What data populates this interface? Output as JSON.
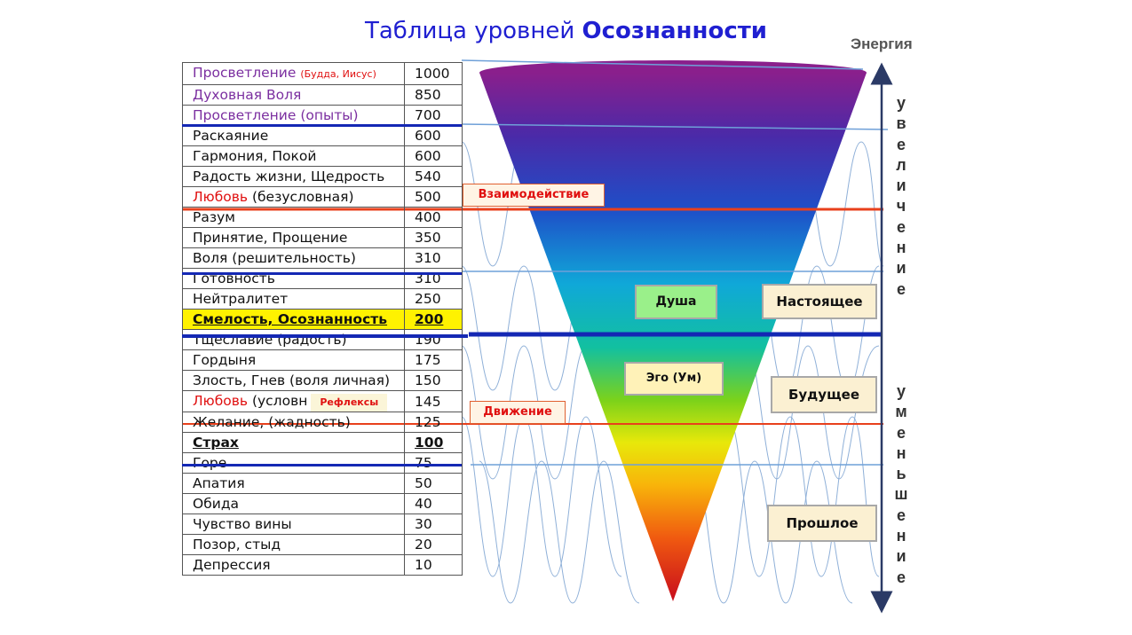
{
  "title": {
    "prefix": "Таблица уровней",
    "bold": "Осознанности"
  },
  "energy_label": "Энергия",
  "increase_label": "Увеличение",
  "decrease_label": "Уменьшение",
  "levels": [
    {
      "name": "Просветление",
      "note": "(Будда, Иисус)",
      "value": "1000"
    },
    {
      "name": "Духовная Воля",
      "value": "850"
    },
    {
      "name": "Просветление (опыты)",
      "value": "700"
    },
    {
      "name": "Раскаяние",
      "value": "600"
    },
    {
      "name": "Гармония, Покой",
      "value": "600"
    },
    {
      "name": "Радость жизни, Щедрость",
      "value": "540"
    },
    {
      "name_red": "Любовь",
      "name_rest": " (безусловная)",
      "value": "500"
    },
    {
      "name": "Разум",
      "value": "400"
    },
    {
      "name": "Принятие, Прощение",
      "value": "350"
    },
    {
      "name": "Воля (решительность)",
      "value": "310"
    },
    {
      "name": "Готовность",
      "value": "310"
    },
    {
      "name": "Нейтралитет",
      "value": "250"
    },
    {
      "name": "Смелость, Осознанность",
      "value": "200"
    },
    {
      "name": "Тщеславие (радость)",
      "value": "190"
    },
    {
      "name": "Гордыня",
      "value": "175"
    },
    {
      "name": "Злость, Гнев (воля личная)",
      "value": "150"
    },
    {
      "name_red": "Любовь",
      "name_rest": " (условн",
      "overlay": "Рефлексы",
      "value": "145"
    },
    {
      "name": "Желание, (жадность)",
      "value": "125"
    },
    {
      "name": "Страх",
      "value": "100"
    },
    {
      "name": "Горе",
      "value": "75"
    },
    {
      "name": "Апатия",
      "value": "50"
    },
    {
      "name": "Обида",
      "value": "40"
    },
    {
      "name": "Чувство вины",
      "value": "30"
    },
    {
      "name": "Позор, стыд",
      "value": "20"
    },
    {
      "name": "Депрессия",
      "value": "10"
    }
  ],
  "tags": {
    "interaction": "Взаимодействие",
    "movement": "Движение"
  },
  "boxes": {
    "soul": "Душа",
    "ego": "Эго (Ум)",
    "present": "Настоящее",
    "future": "Будущее",
    "past": "Прошлое"
  },
  "colors": {
    "title": "#1f1fd1",
    "red_line": "#e8401c",
    "blue_line": "#1428b4",
    "light_line": "#7ba7d6",
    "purple_text": "#7b2fa0"
  }
}
